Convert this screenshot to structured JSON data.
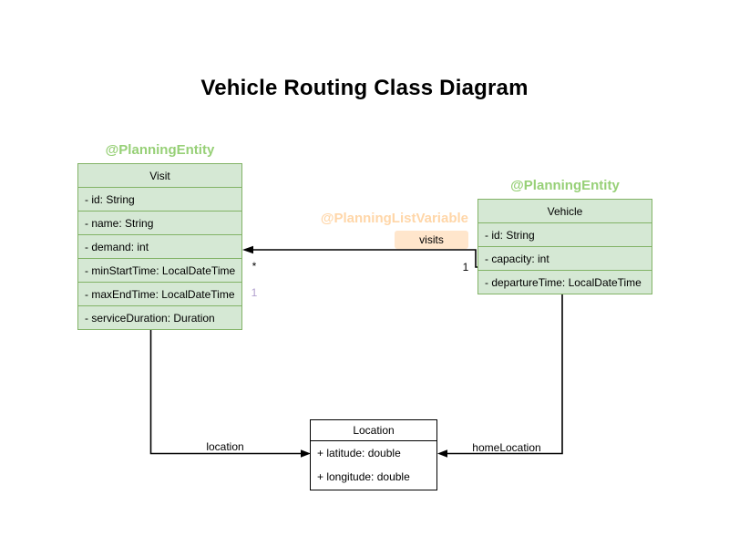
{
  "title": "Vehicle Routing Class Diagram",
  "colors": {
    "entity_fill": "#d5e8d4",
    "entity_border": "#82b366",
    "entity_annotation": "#97d077",
    "list_variable_annotation": "#ffd6a8",
    "visits_label_fill": "#ffe6cc",
    "shadow_multiplicity": "#b1a0ce"
  },
  "classes": {
    "visit": {
      "annotation": "@PlanningEntity",
      "name": "Visit",
      "attributes": [
        "- id: String",
        "- name: String",
        "- demand: int",
        "- minStartTime: LocalDateTime",
        "- maxEndTime: LocalDateTime",
        "- serviceDuration: Duration"
      ]
    },
    "vehicle": {
      "annotation": "@PlanningEntity",
      "name": "Vehicle",
      "attributes": [
        "- id: String",
        "- capacity: int",
        "- departureTime: LocalDateTime"
      ]
    },
    "location": {
      "name": "Location",
      "attributes": [
        "+ latitude: double",
        "+ longitude: double"
      ]
    }
  },
  "edges": {
    "visits": {
      "annotation": "@PlanningListVariable",
      "label": "visits",
      "source_multiplicity": "1",
      "target_multiplicity": "*",
      "extra_multiplicity": "1"
    },
    "location": {
      "label": "location"
    },
    "homeLocation": {
      "label": "homeLocation"
    }
  }
}
